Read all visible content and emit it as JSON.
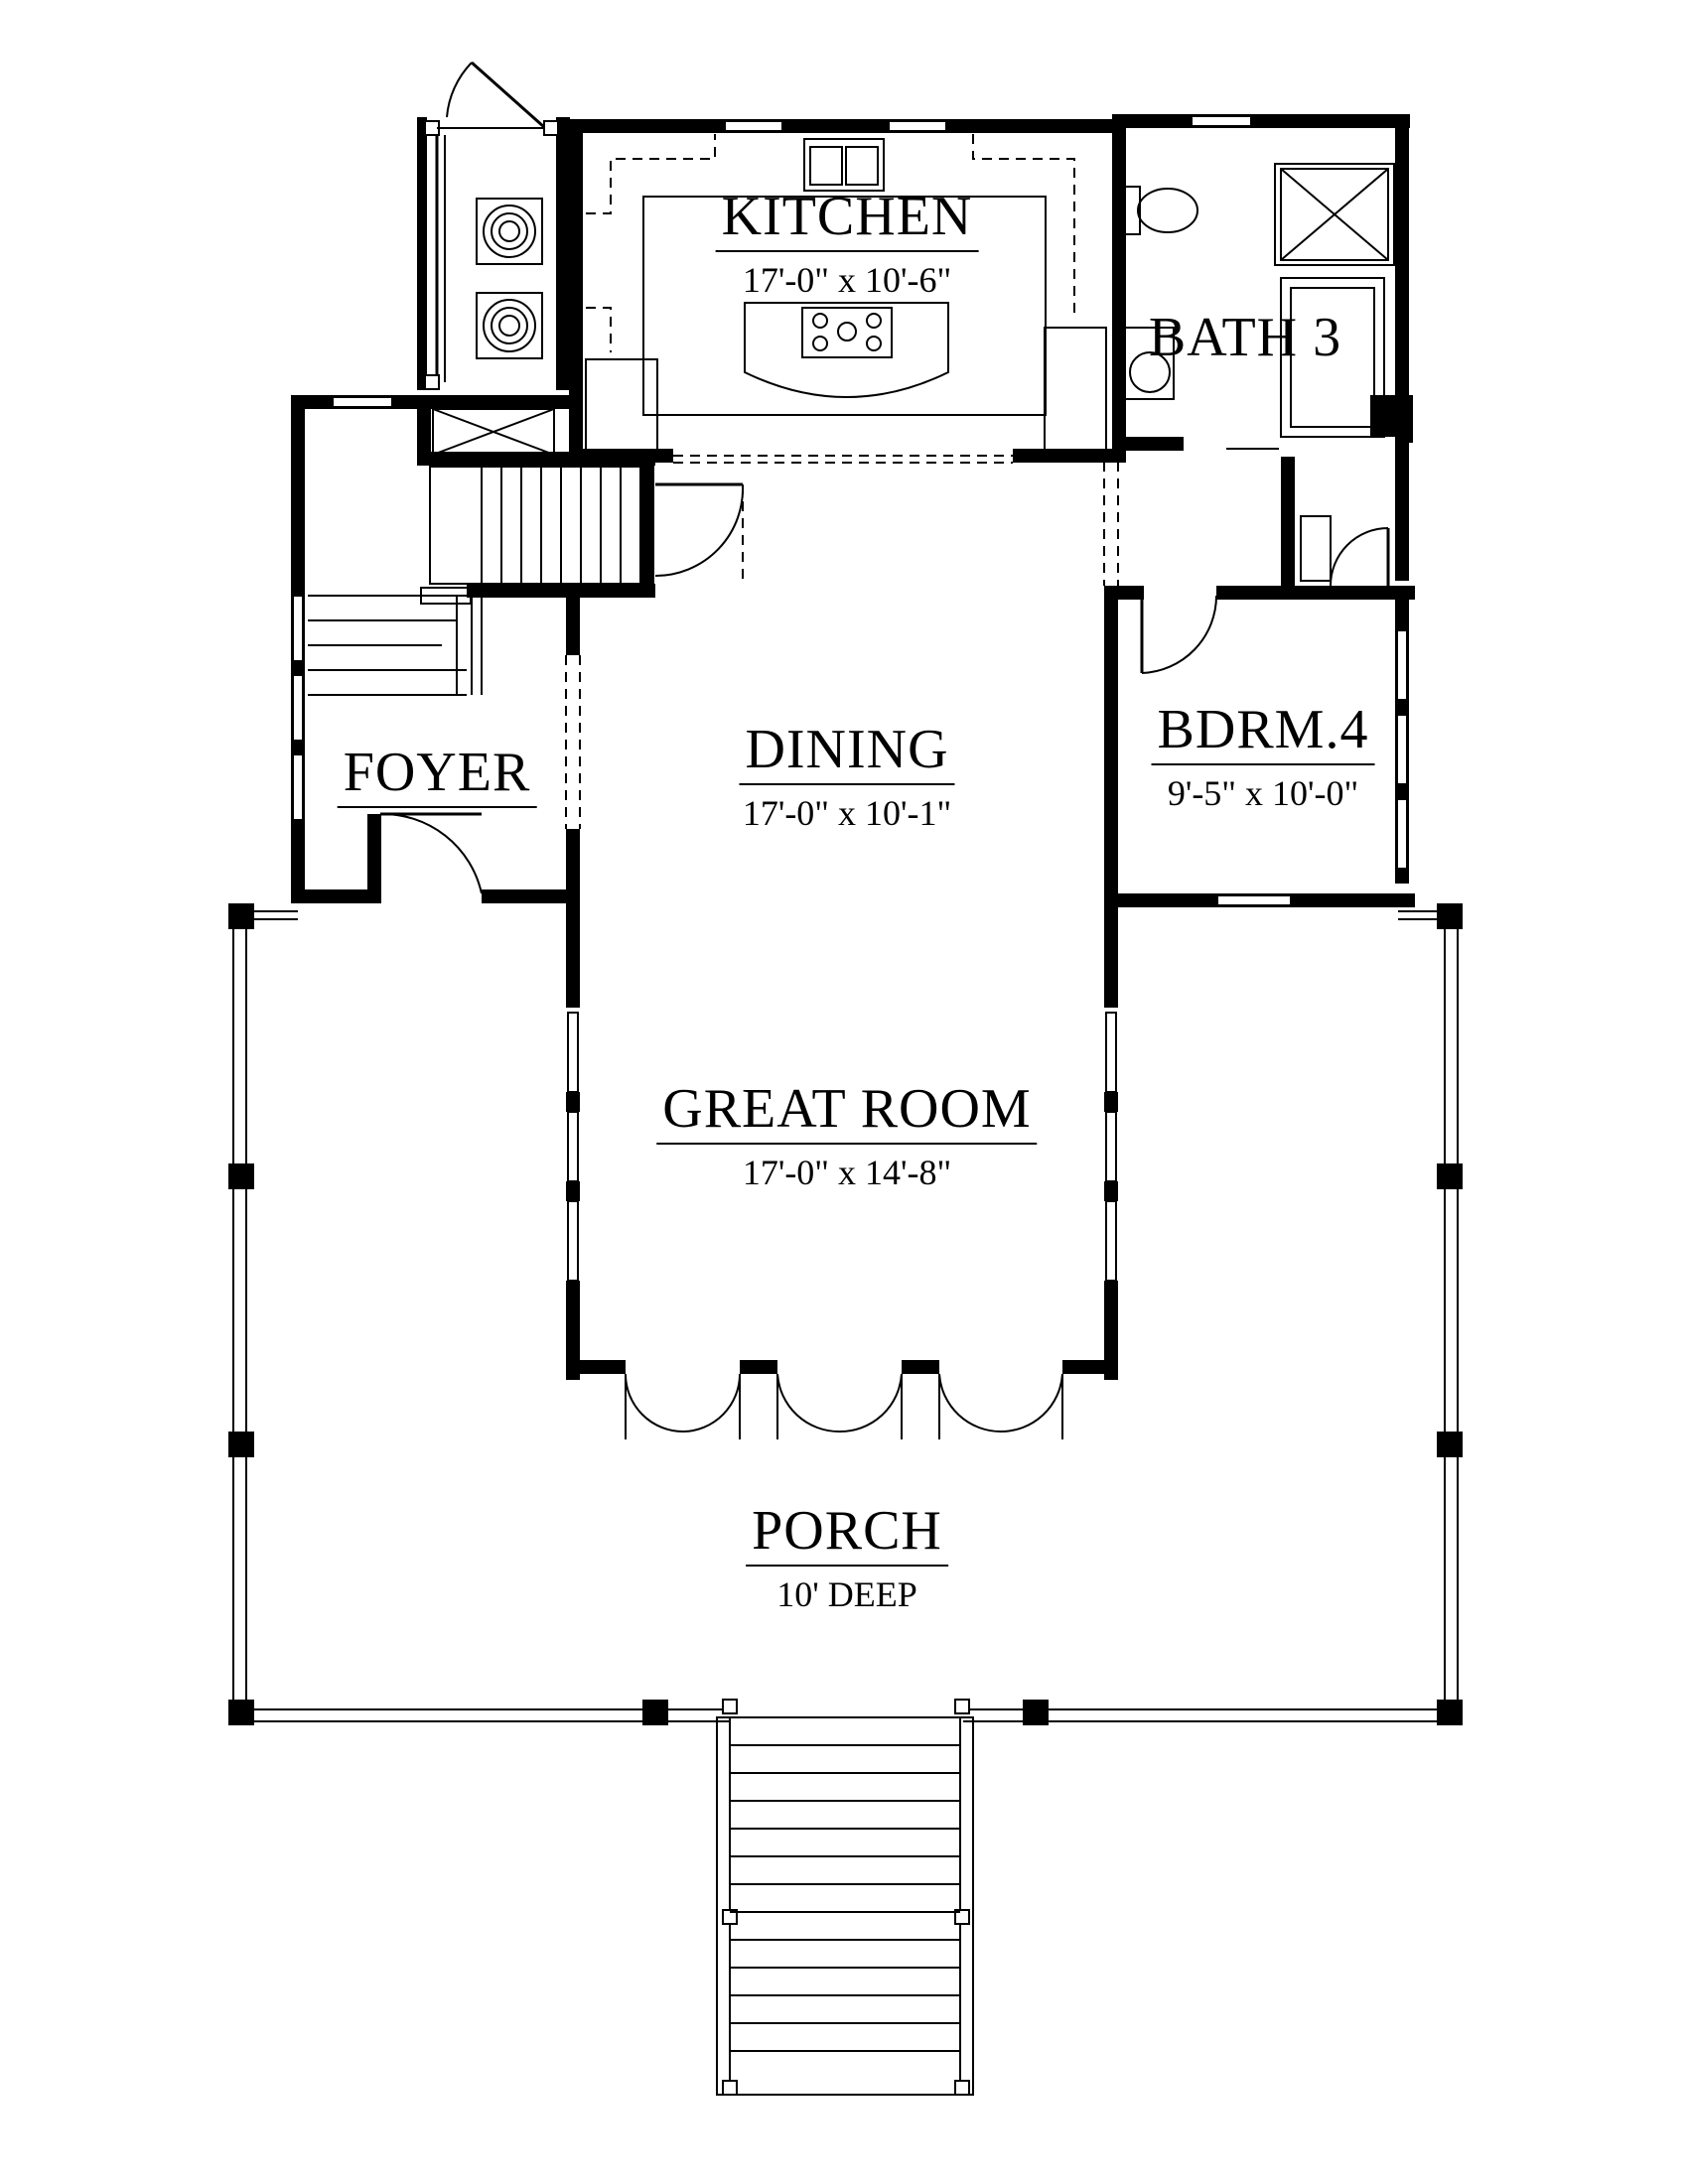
{
  "rooms": {
    "kitchen": {
      "name": "KITCHEN",
      "dims": "17'-0\" x 10'-6\""
    },
    "bath3": {
      "name": "BATH 3"
    },
    "dining": {
      "name": "DINING",
      "dims": "17'-0\" x 10'-1\""
    },
    "foyer": {
      "name": "FOYER"
    },
    "bdrm4": {
      "name": "BDRM.4",
      "dims": "9'-5\" x 10'-0\""
    },
    "great_room": {
      "name": "GREAT ROOM",
      "dims": "17'-0\" x 14'-8\""
    },
    "porch": {
      "name": "PORCH",
      "dims": "10' DEEP"
    }
  }
}
